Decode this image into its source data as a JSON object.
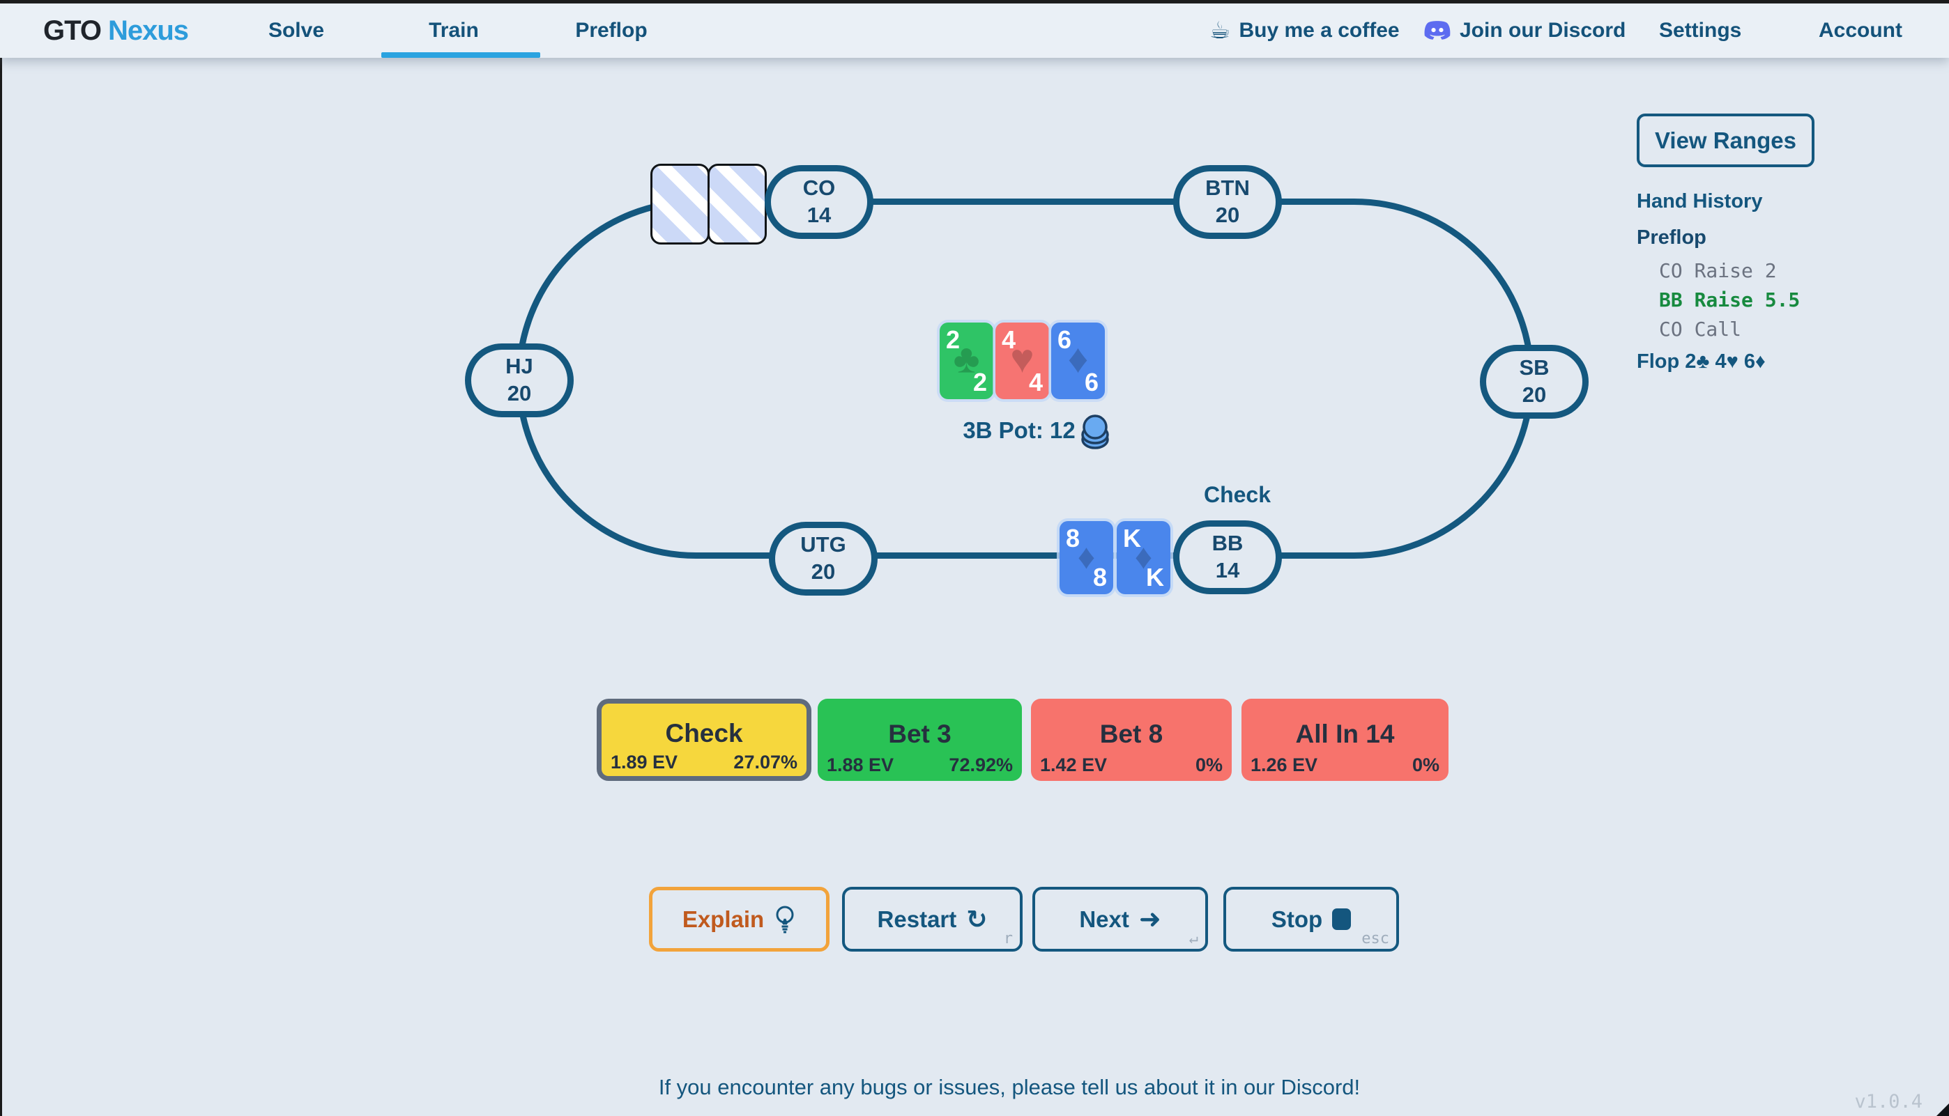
{
  "nav": {
    "logo": {
      "part1": "GTO",
      "part2": "Nexus"
    },
    "tabs": [
      {
        "label": "Solve",
        "active": false
      },
      {
        "label": "Train",
        "active": true
      },
      {
        "label": "Preflop",
        "active": false
      }
    ],
    "links": [
      {
        "label": "Buy me a coffee",
        "icon": "coffee-icon"
      },
      {
        "label": "Join our Discord",
        "icon": "discord-icon"
      },
      {
        "label": "Settings"
      },
      {
        "label": "Account"
      }
    ]
  },
  "table": {
    "seats": [
      {
        "label": "CO",
        "stack": "14"
      },
      {
        "label": "BTN",
        "stack": "20"
      },
      {
        "label": "SB",
        "stack": "20"
      },
      {
        "label": "BB",
        "stack": "14"
      },
      {
        "label": "UTG",
        "stack": "20"
      },
      {
        "label": "HJ",
        "stack": "20"
      }
    ],
    "bb_action": "Check",
    "pot_label": "3B Pot: 12",
    "board_cards": [
      {
        "rank": "2",
        "suit": "club",
        "suit_glyph": "♣"
      },
      {
        "rank": "4",
        "suit": "heart",
        "suit_glyph": "♥"
      },
      {
        "rank": "6",
        "suit": "diamond",
        "suit_glyph": "♦"
      }
    ],
    "hero_cards": [
      {
        "rank": "8",
        "suit": "diamond",
        "suit_glyph": "♦"
      },
      {
        "rank": "K",
        "suit": "diamond",
        "suit_glyph": "♦"
      }
    ],
    "villain_facedown_cards": 2
  },
  "actions": [
    {
      "label": "Check",
      "ev": "1.89 EV",
      "freq": "27.07%",
      "color": "#f6d73d",
      "selected": true
    },
    {
      "label": "Bet 3",
      "ev": "1.88 EV",
      "freq": "72.92%",
      "color": "#29c255",
      "selected": false
    },
    {
      "label": "Bet 8",
      "ev": "1.42 EV",
      "freq": "0%",
      "color": "#f7736c",
      "selected": false
    },
    {
      "label": "All In 14",
      "ev": "1.26 EV",
      "freq": "0%",
      "color": "#f7736c",
      "selected": false
    }
  ],
  "controls": [
    {
      "label": "Explain",
      "icon": "lightbulb-icon",
      "shortcut": ""
    },
    {
      "label": "Restart",
      "icon": "restart-icon",
      "shortcut": "r"
    },
    {
      "label": "Next",
      "icon": "arrow-right-icon",
      "shortcut": "↵"
    },
    {
      "label": "Stop",
      "icon": "stop-icon",
      "shortcut": "esc"
    }
  ],
  "sidebar": {
    "view_ranges_label": "View Ranges",
    "hand_history_title": "Hand History",
    "preflop_heading": "Preflop",
    "preflop_entries": [
      {
        "text": "CO Raise 2",
        "highlight": false
      },
      {
        "text": "BB Raise 5.5",
        "highlight": true
      },
      {
        "text": "CO Call",
        "highlight": false
      }
    ],
    "flop_heading": "Flop 2♣ 4♥ 6♦"
  },
  "footer": {
    "message": "If you encounter any bugs or issues, please tell us about it in our Discord!",
    "version": "v1.0.4"
  },
  "icons": {
    "restart_glyph": "↻",
    "arrow_glyph": "➜",
    "coffee_glyph": "☕"
  },
  "colors": {
    "background": "#e2e9f1",
    "nav_background": "#eaf0f6",
    "primary_blue": "#14567e",
    "accent_blue": "#2aa3e0",
    "brand_blue": "#2d9cdb",
    "history_green": "#178a3f",
    "history_gray": "#6b7280",
    "action_yellow": "#f6d73d",
    "action_green": "#29c255",
    "action_red": "#f7736c",
    "selected_ring_gray": "#5f6b7d",
    "explain_orange_text": "#c05a1e",
    "explain_orange_border": "#f2a33b",
    "card_club_green": "#2fc466",
    "card_heart_red": "#f67472",
    "card_diamond_blue": "#4a86ec",
    "chip_blue": "#69aaf1"
  }
}
